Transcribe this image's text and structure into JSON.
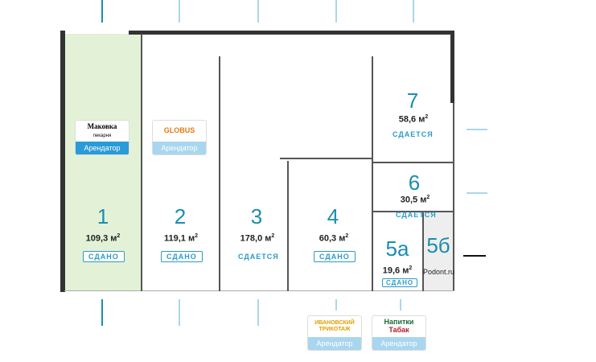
{
  "units": [
    {
      "id": "1",
      "area": "109,3 м",
      "status": "СДАНО"
    },
    {
      "id": "2",
      "area": "119,1 м",
      "status": "СДАНО"
    },
    {
      "id": "3",
      "area": "178,0 м",
      "status": "СДАЕТСЯ"
    },
    {
      "id": "4",
      "area": "60,3 м",
      "status": "СДАНО"
    },
    {
      "id": "5а",
      "area": "19,6 м",
      "status": "СДАНО"
    },
    {
      "id": "5б",
      "tenant": "Podont.ru"
    },
    {
      "id": "6",
      "area": "30,5 м",
      "status": "СДАЕТСЯ"
    },
    {
      "id": "7",
      "area": "58,6 м",
      "status": "СДАЕТСЯ"
    }
  ],
  "unit_sq": "2",
  "tenants": [
    {
      "logo": "Маковка",
      "sub": "пекарня",
      "role": "Арендатор"
    },
    {
      "logo": "GLOBUS",
      "role": "Арендатор"
    },
    {
      "logo": "ИВАНОВСКИЙ ТРИКОТАЖ",
      "role": "Арендатор"
    },
    {
      "logo1": "Напитки",
      "logo2": "Табак",
      "role": "Арендатор"
    }
  ],
  "colors": {
    "accent": "#1b8db0",
    "rented_fill": "#e3f2d6"
  }
}
